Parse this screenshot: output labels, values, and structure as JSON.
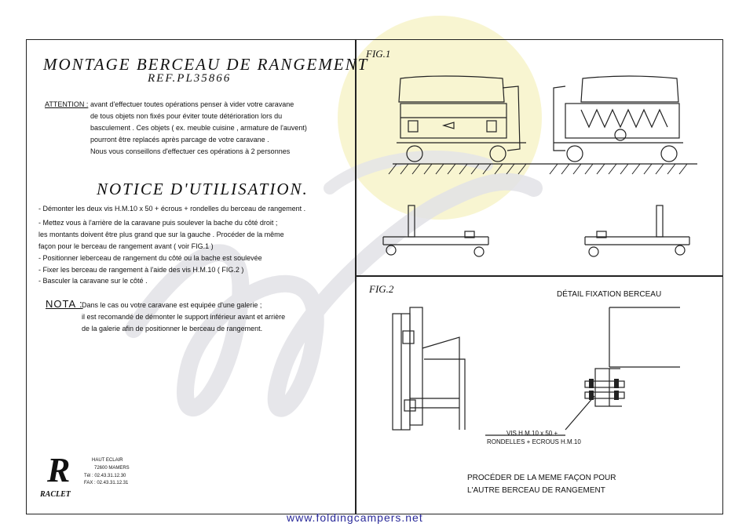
{
  "left": {
    "title": "MONTAGE BERCEAU DE RANGEMENT",
    "ref": "REF.PL35866",
    "attention_label": "ATTENTION :",
    "attention_lines": [
      "avant d'effectuer toutes opérations penser à vider votre caravane",
      "de tous objets non fixés pour éviter toute détérioration lors du",
      "basculement . Ces objets ( ex. meuble cuisine , armature de l'auvent)",
      "pourront être replacés après parcage de votre caravane .",
      "Nous vous conseillons d'effectuer ces opérations à 2 personnes"
    ],
    "notice_title": "NOTICE D'UTILISATION.",
    "steps": [
      "- Démonter les deux vis H.M.10 x 50 + écrous + rondelles du berceau de rangement .",
      "- Mettez vous à l'arrière de la caravane puis soulever la bache du côté droit ;",
      "  les montants doivent être plus grand que sur la gauche . Procéder de la même",
      "  façon pour le berceau de rangement avant ( voir FIG.1 )",
      "- Positionner leberceau de rangement du côté ou la bache est soulevée",
      "- Fixer les berceau de rangement à l'aide des vis H.M.10 ( FIG.2 )",
      "- Basculer la caravane sur le côté ."
    ],
    "nota_label": "NOTA :",
    "nota_lines": [
      "Dans le cas ou votre caravane est equipée d'une galerie ;",
      "il est recomandé de démonter le support inférieur avant et arrière",
      "de la galerie afin de positionner le berceau de rangement."
    ],
    "company": {
      "logo_letter": "R",
      "name": "RACLET",
      "address": [
        "HAUT ECLAIR",
        "72600 MAMERS",
        "Tél : 02.43.31.12.30",
        "FAX : 02.43.31.12.31"
      ]
    }
  },
  "fig1": {
    "label": "FIG.1"
  },
  "fig2": {
    "label": "FIG.2",
    "detail_title": "DÉTAIL FIXATION BERCEAU",
    "screw_line1": "VIS H M.10 x 50 +",
    "screw_line2": "RONDELLES + ECROUS H.M.10",
    "bottom_line1": "PROCÉDER DE LA MEME FAÇON POUR",
    "bottom_line2": "L'AUTRE BERCEAU DE RANGEMENT"
  },
  "footer_url": "www.foldingcampers.net",
  "colors": {
    "watermark_yellow": "#f6f3c4",
    "watermark_grey": "#e2e2e6",
    "url_blue": "#2a2a9a"
  }
}
